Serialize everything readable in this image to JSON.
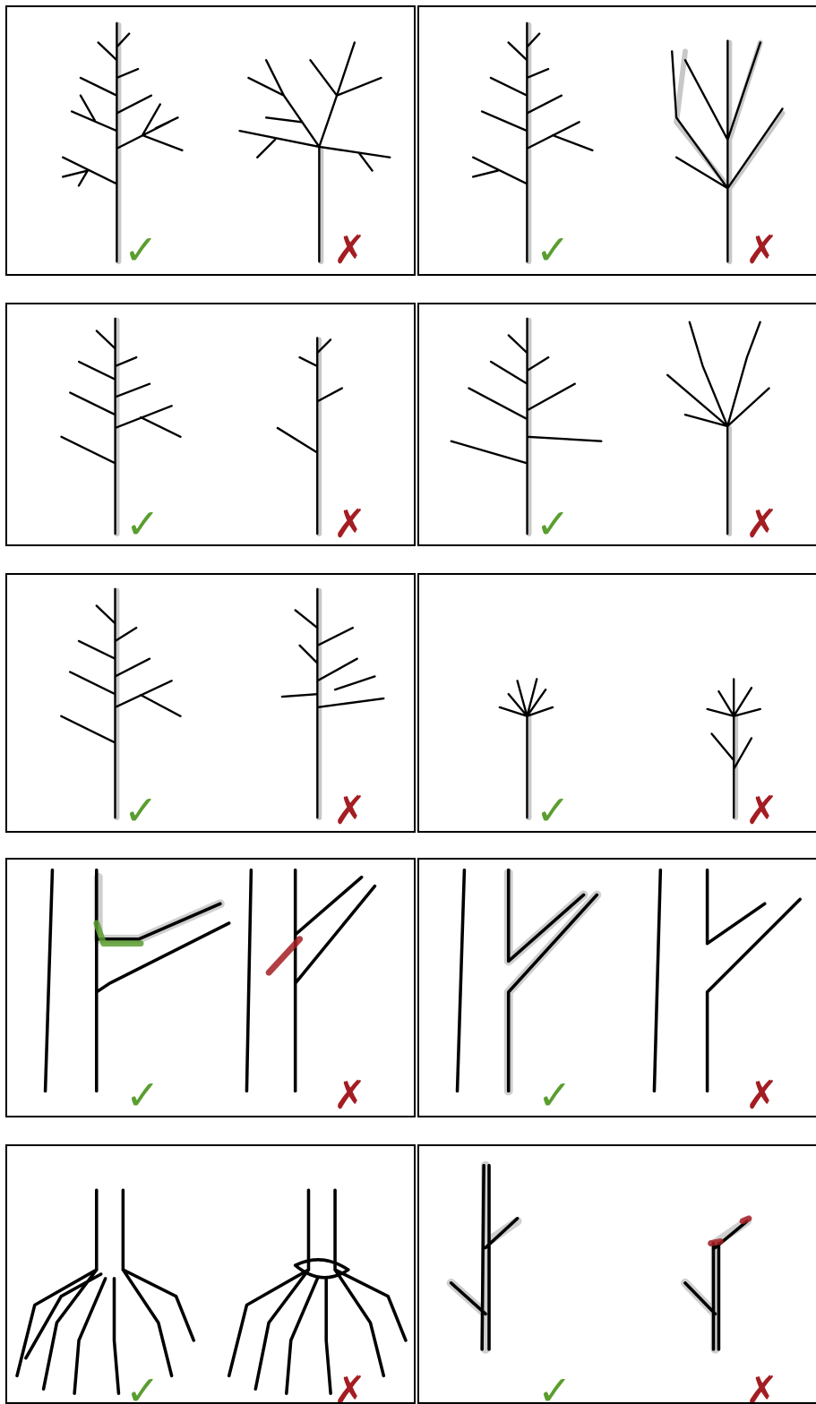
{
  "marks": {
    "good_symbol": "✓",
    "bad_symbol": "✗",
    "good_color": "#5a9e2f",
    "bad_color": "#a31d22"
  },
  "panels": [
    {
      "id": "single-leader-vs-multi-crown",
      "good_label": "✓",
      "bad_label": "✗"
    },
    {
      "id": "spread-vs-upright-codominant",
      "good_label": "✓",
      "bad_label": "✗"
    },
    {
      "id": "well-branched-vs-sparse",
      "good_label": "✓",
      "bad_label": "✗"
    },
    {
      "id": "open-spacing-vs-crowded-top",
      "good_label": "✓",
      "bad_label": "✗"
    },
    {
      "id": "balanced-vs-one-sided",
      "good_label": "✓",
      "bad_label": "✗"
    },
    {
      "id": "standard-vs-lower-shoots",
      "good_label": "✓",
      "bad_label": "✗"
    },
    {
      "id": "wide-crotch-vs-included-bark",
      "good_label": "✓",
      "bad_label": "✗"
    },
    {
      "id": "wide-angle-vs-tight-fork",
      "good_label": "✓",
      "bad_label": "✗"
    },
    {
      "id": "radial-roots-vs-girdling",
      "good_label": "✓",
      "bad_label": "✗"
    },
    {
      "id": "intact-leader-vs-cut-leader",
      "good_label": "✓",
      "bad_label": "✗"
    }
  ]
}
